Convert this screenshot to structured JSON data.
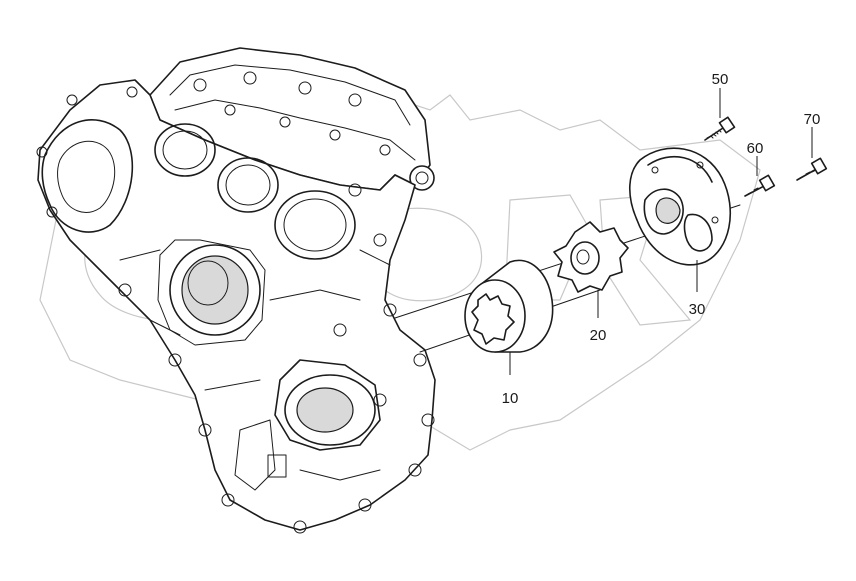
{
  "diagram": {
    "callouts": [
      {
        "id": "c10",
        "text": "10"
      },
      {
        "id": "c20",
        "text": "20"
      },
      {
        "id": "c30",
        "text": "30"
      },
      {
        "id": "c50",
        "text": "50"
      },
      {
        "id": "c60",
        "text": "60"
      },
      {
        "id": "c70",
        "text": "70"
      }
    ]
  },
  "colors": {
    "ink": "#1c1c1c",
    "watermark": "#c8c8c8",
    "background": "#ffffff"
  }
}
